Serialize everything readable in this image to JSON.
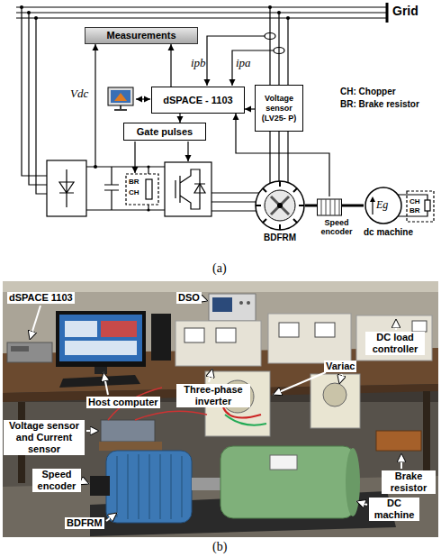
{
  "diagram": {
    "nodes": [
      {
        "text": [
          "Measurements"
        ]
      },
      {
        "text": [
          "dSPACE - 1103"
        ]
      },
      {
        "text": [
          "Gate pulses"
        ]
      },
      {
        "text": [
          "Voltage sensor (LV25- P)"
        ]
      },
      {
        "text": [
          "BDFRM"
        ]
      },
      {
        "text": [
          "Speed encoder"
        ]
      },
      {
        "text": [
          "Eg",
          "dc machine"
        ]
      }
    ],
    "edges": [
      {
        "from": 1,
        "to": 0,
        "arrow": "to"
      },
      {
        "from": 1,
        "to": 2,
        "arrow": "to"
      },
      {
        "from": 3,
        "to": 1,
        "arrow": "to"
      },
      {
        "from": 5,
        "to": 1,
        "arrow": "to"
      },
      {
        "from": 4,
        "to": 5,
        "arrow": "none"
      },
      {
        "from": 5,
        "to": 6,
        "arrow": "none"
      }
    ],
    "labels": [
      "Grid",
      "ipb",
      "ipa",
      "Vdc",
      "CH: Chopper",
      "BR: Brake resistor",
      "CH",
      "BR",
      "CH",
      "BR",
      "(a)",
      "dSPACE 1103",
      "DSO",
      "DC load controller",
      "Host computer",
      "Three-phase inverter",
      "Variac",
      "Voltage sensor and Current sensor",
      "Brake resistor",
      "Speed encoder",
      "BDFRM",
      "DC machine",
      "(b)"
    ]
  }
}
